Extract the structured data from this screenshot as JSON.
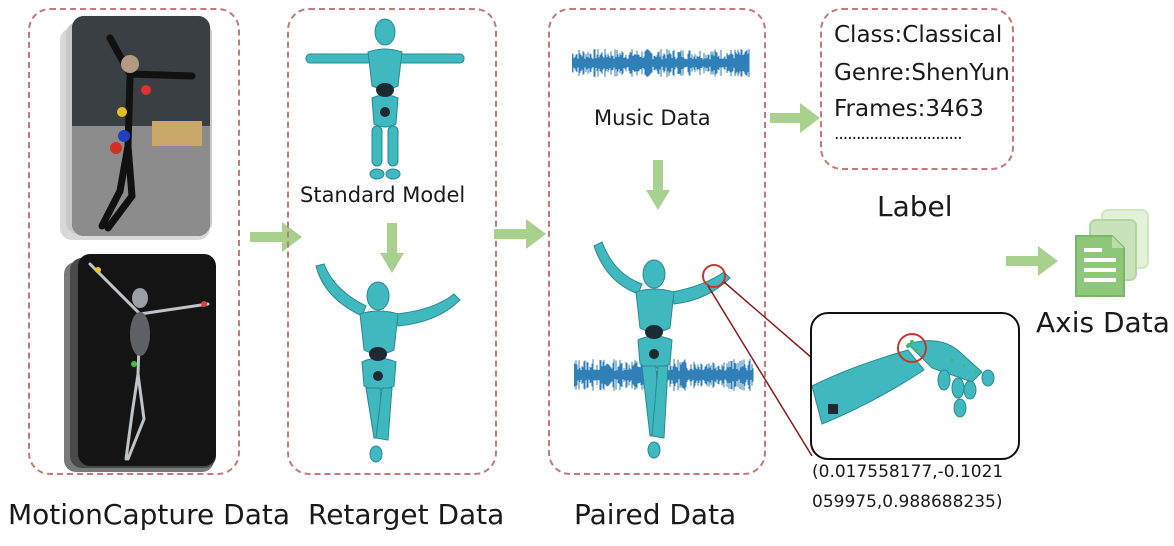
{
  "panels": {
    "motion_capture": {
      "caption": "MotionCapture Data"
    },
    "retarget": {
      "caption": "Retarget Data",
      "inner_label": "Standard Model"
    },
    "paired": {
      "caption": "Paired Data",
      "music_label": "Music Data"
    },
    "label_box": {
      "caption": "Label",
      "lines": [
        "Class:Classical",
        "Genre:ShenYun",
        "Frames:3463",
        "............................."
      ]
    },
    "axis": {
      "caption": "Axis Data",
      "coordinate_line1": "(0.017558177,-0.1021",
      "coordinate_line2": "059975,0.988688235)"
    }
  },
  "colors": {
    "dashed_border": "#c47a78",
    "arrow": "#a9d18e",
    "model_teal": "#3fb8c0",
    "model_dark": "#1e2a33",
    "waveform": "#2f7fb8",
    "detail_circle": "#c0392b",
    "doc_icon": "#8cc77a"
  },
  "icons": [
    "document-stack-icon",
    "arrow-right-icon",
    "arrow-down-icon"
  ]
}
